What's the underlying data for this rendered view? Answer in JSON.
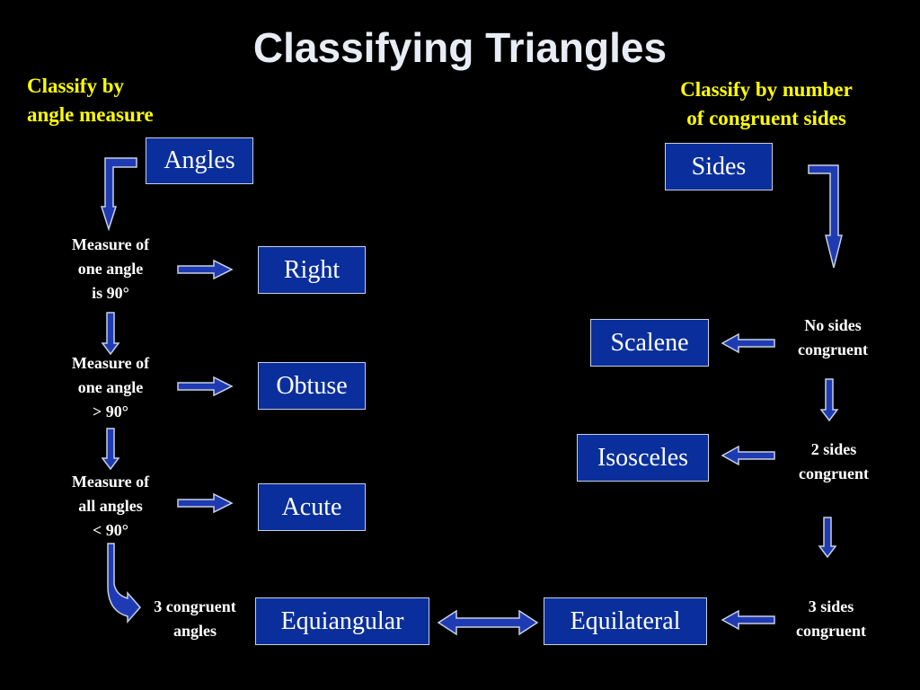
{
  "title": "Classifying Triangles",
  "left": {
    "subtitle_line1": "Classify by",
    "subtitle_line2": "angle measure",
    "root": "Angles",
    "criteria": [
      {
        "l1": "Measure of",
        "l2": "one angle",
        "l3": "is 90°",
        "result": "Right"
      },
      {
        "l1": "Measure of",
        "l2": "one angle",
        "l3": "> 90°",
        "result": "Obtuse"
      },
      {
        "l1": "Measure of",
        "l2": "all angles",
        "l3": "< 90°",
        "result": "Acute"
      }
    ],
    "congruent_l1": "3 congruent",
    "congruent_l2": "angles",
    "final": "Equiangular"
  },
  "right": {
    "subtitle_line1": "Classify by number",
    "subtitle_line2": "of congruent sides",
    "root": "Sides",
    "criteria": [
      {
        "l1": "No sides",
        "l2": "congruent",
        "result": "Scalene"
      },
      {
        "l1": "2 sides",
        "l2": "congruent",
        "result": "Isosceles"
      },
      {
        "l1": "3 sides",
        "l2": "congruent",
        "result": "Equilateral"
      }
    ]
  },
  "colors": {
    "background": "#000000",
    "box_fill": "#0a2f9c",
    "subtitle": "#ffff00",
    "arrow_fill": "#1f3bb3",
    "arrow_stroke": "#c8d0e0"
  }
}
